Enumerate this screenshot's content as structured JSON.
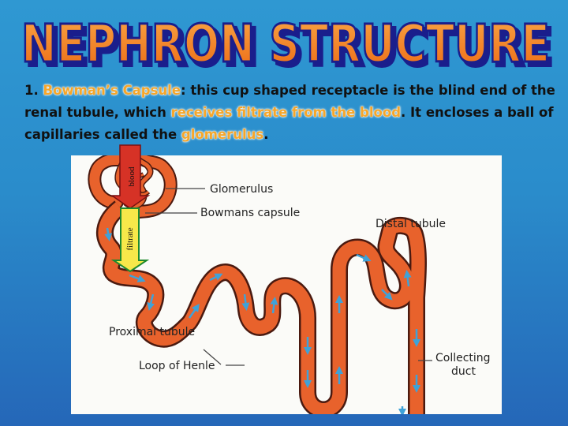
{
  "title": "NEPHRON STRUCTURE",
  "paragraph": {
    "number": "1.",
    "term": "Bowman’s Capsule",
    "text_1": ": this cup shaped receptacle is the blind end of the renal tubule, which ",
    "highlight_2": "receives filtrate from the blood",
    "text_2": ". It encloses a ball of capillaries called the ",
    "highlight_3": "glomerulus",
    "text_3": "."
  },
  "diagram_labels": {
    "glomerulus": "Glomerulus",
    "bowmans_capsule": "Bowmans capsule",
    "distal_tubule": "Distal tubule",
    "proximal_tubule": "Proximal tubule",
    "loop_of_henle": "Loop of Henle",
    "collecting_duct_1": "Collecting",
    "collecting_duct_2": "duct"
  },
  "arrows": {
    "blood": "blood",
    "filtrate": "filtrate"
  },
  "colors": {
    "title_fill": "#f07e1f",
    "title_outline": "#1a1e8c",
    "highlight": "#f6a62a",
    "tubule": "#e8622c",
    "tubule_outline": "#4a1a10",
    "flow_arrow": "#3fa2d8",
    "blood_arrow": "#d63226",
    "filtrate_arrow": "#f7e84a"
  }
}
